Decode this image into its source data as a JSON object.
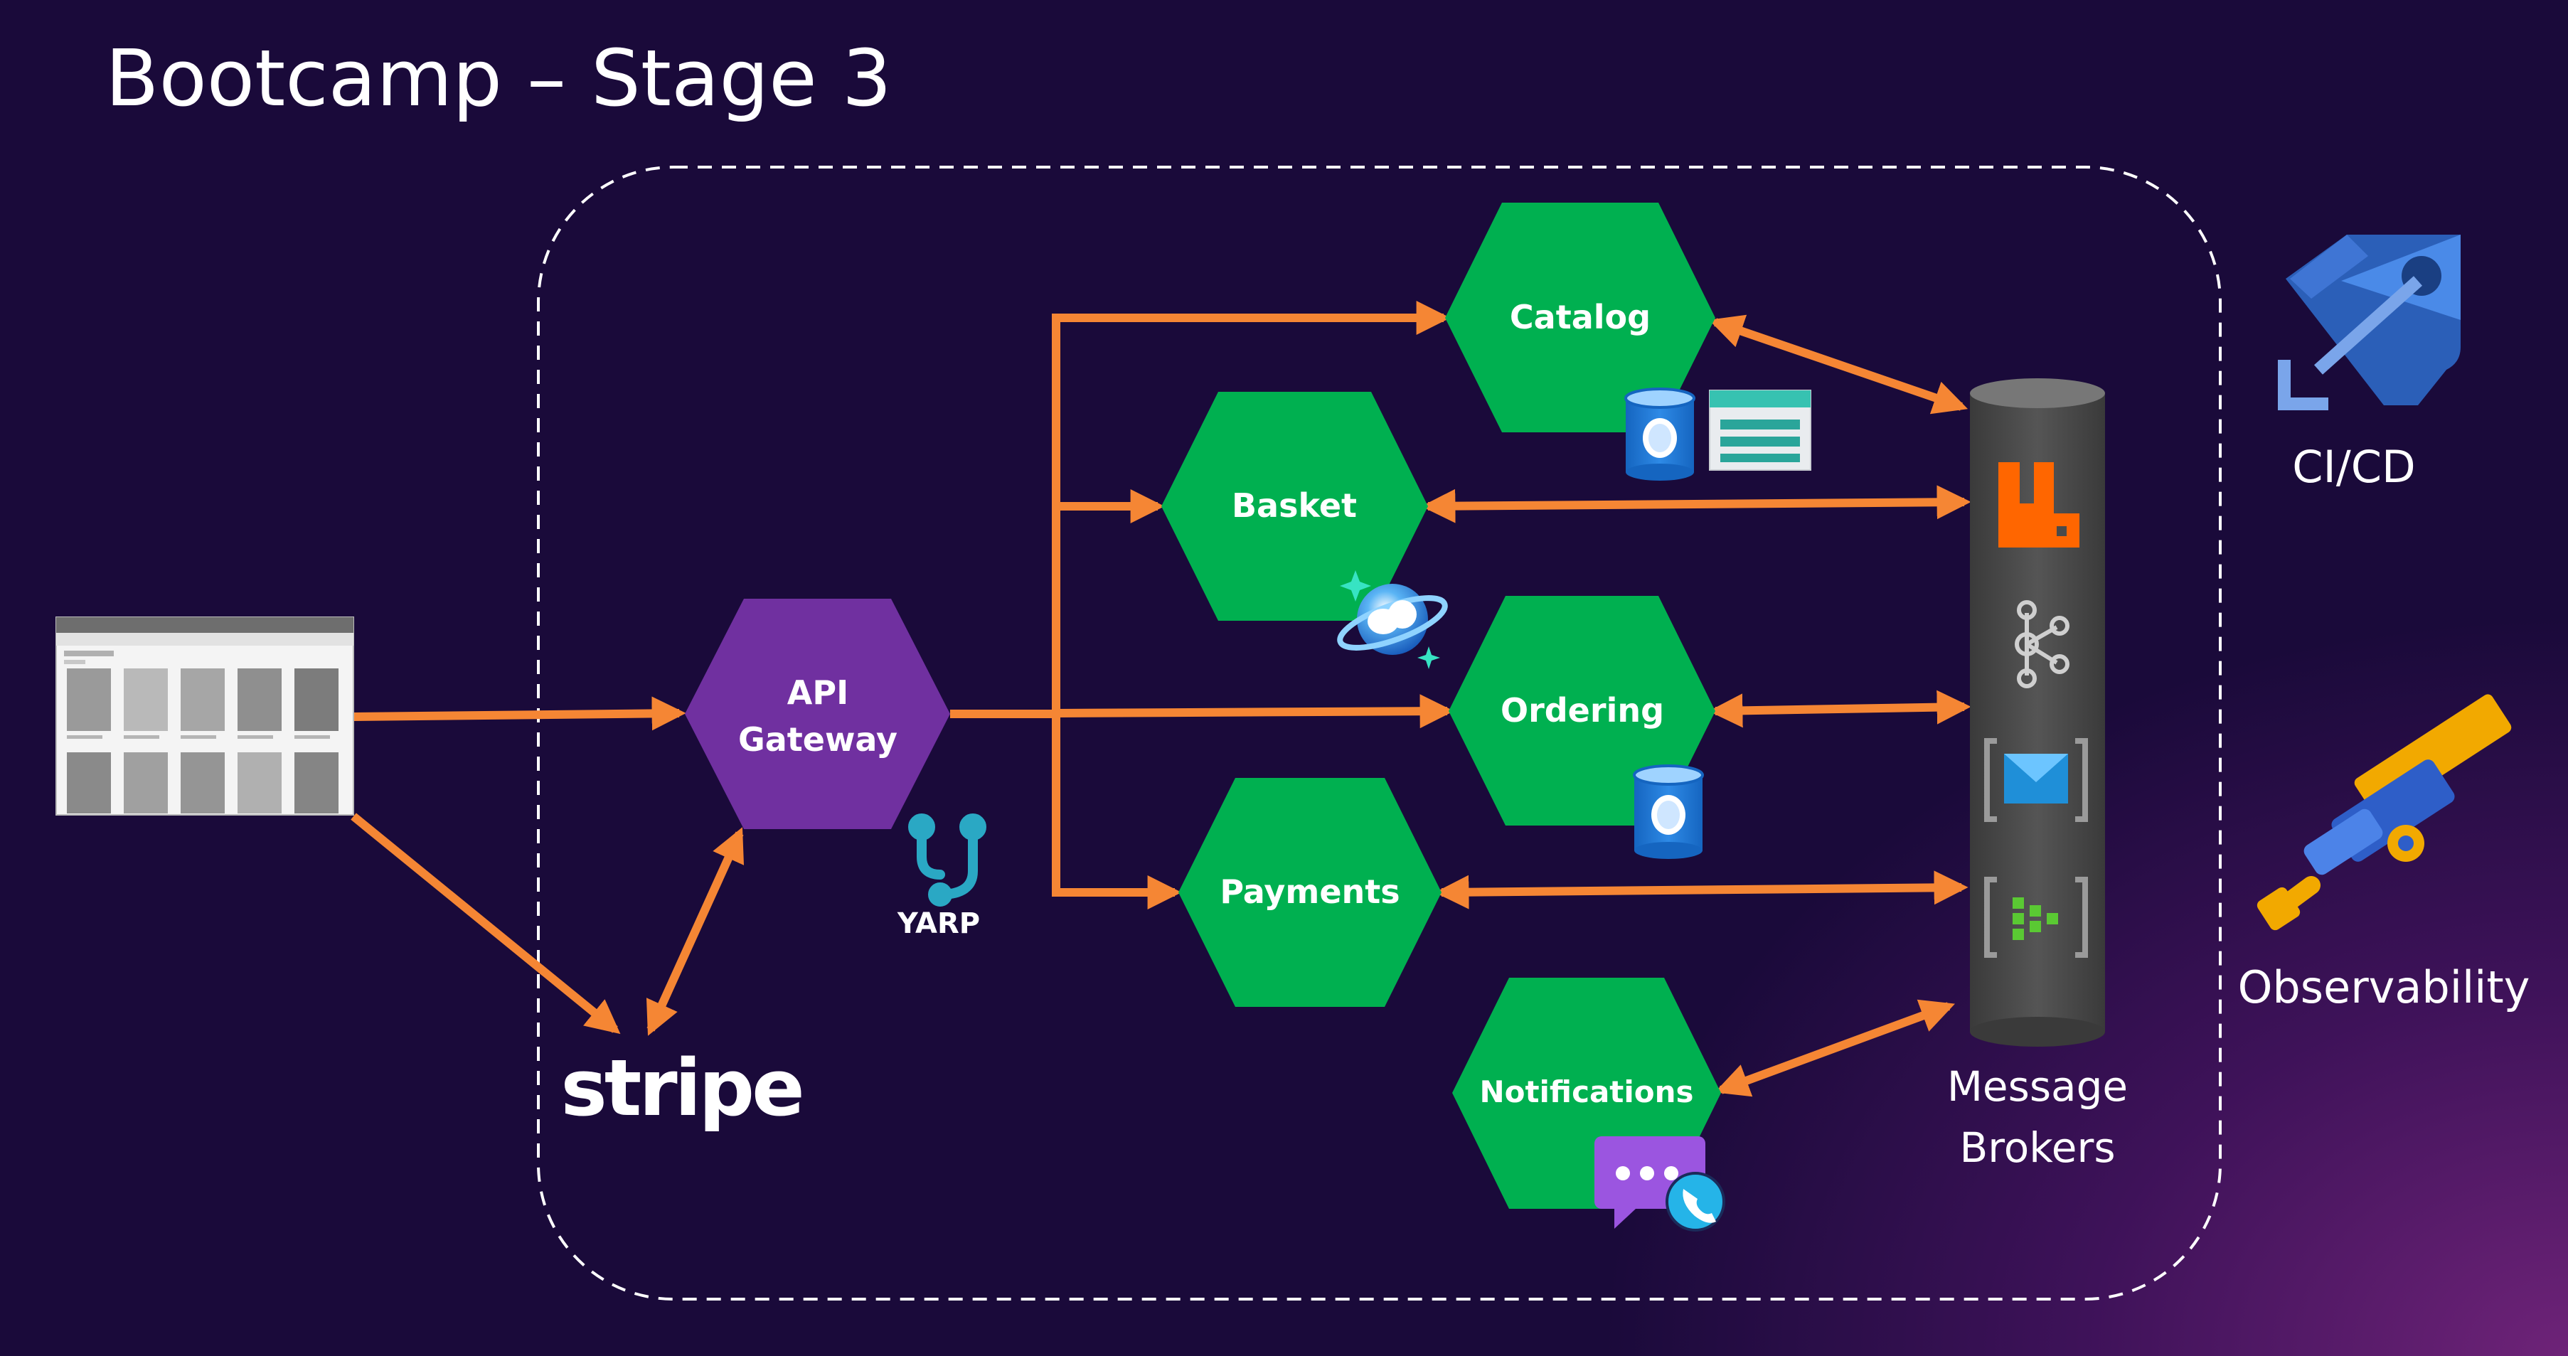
{
  "title": "Bootcamp – Stage 3",
  "gateway": {
    "line1": "API",
    "line2": "Gateway",
    "proxy_label": "YARP"
  },
  "services": {
    "catalog": "Catalog",
    "basket": "Basket",
    "ordering": "Ordering",
    "payments": "Payments",
    "notifications": "Notifications"
  },
  "brokers": {
    "line1": "Message",
    "line2": "Brokers"
  },
  "payment_provider": "stripe",
  "cicd": {
    "label": "CI/CD",
    "icon": "azure-devops-rocket-icon"
  },
  "observability": {
    "label": "Observability",
    "icon": "telescope-icon"
  },
  "colors": {
    "background": "#1a0a3a",
    "accent_purple": "#7030a0",
    "service_green": "#00b050",
    "arrow_orange": "#f58634",
    "broker_gray": "#4a4a4a"
  }
}
